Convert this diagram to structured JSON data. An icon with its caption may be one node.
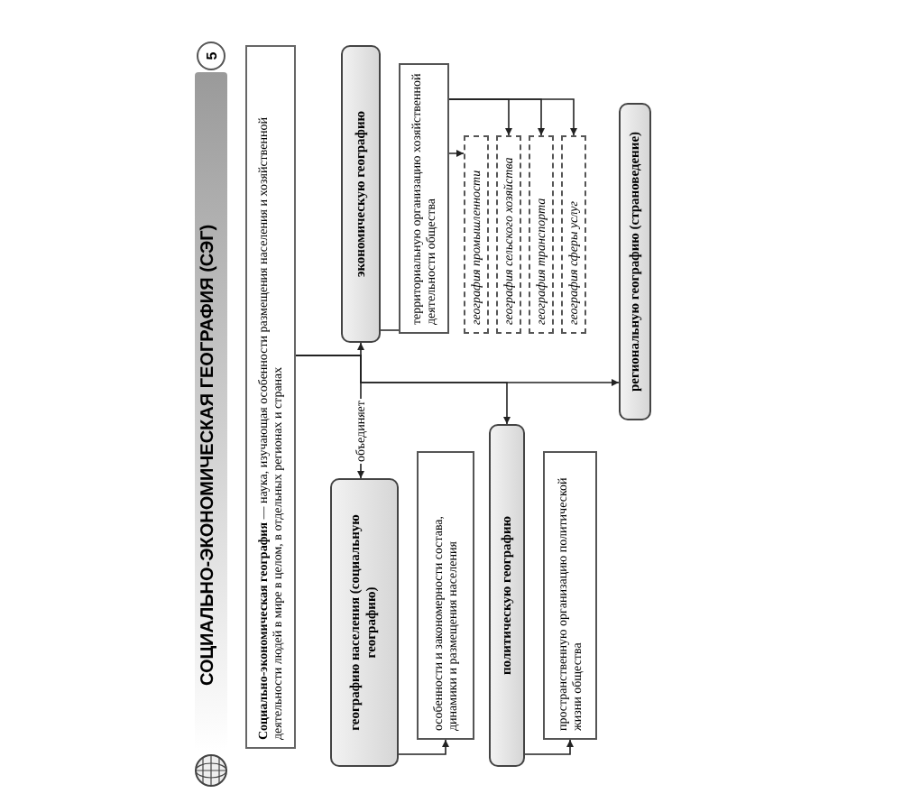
{
  "diagram": {
    "title": "СОЦИАЛЬНО-ЭКОНОМИЧЕСКАЯ ГЕОГРАФИЯ (СЭГ)",
    "nodes": [
      {
        "text": [
          "**Социально-экономическая география** — наука, изучающая особенности размещения населения и хозяйственной деятельности людей в мире в целом, в отдельных регионах и странах"
        ]
      },
      {
        "text": [
          "географию населения (социальную географию)"
        ]
      },
      {
        "text": [
          "экономическую географию"
        ]
      },
      {
        "text": [
          "особенности и закономерности состава, динамики и размещения населения"
        ]
      },
      {
        "text": [
          "территориальную организацию хозяйственной деятельности общества"
        ]
      },
      {
        "text": [
          "география промышленности"
        ]
      },
      {
        "text": [
          "география сельского хозяйства"
        ]
      },
      {
        "text": [
          "география транспорта"
        ]
      },
      {
        "text": [
          "география сферы услуг"
        ]
      },
      {
        "text": [
          "политическую географию"
        ]
      },
      {
        "text": [
          "пространственную организацию политической жизни общества"
        ]
      },
      {
        "text": [
          "региональную географию (страноведение)"
        ]
      }
    ],
    "edges": [
      {
        "from": 0,
        "to": 1,
        "arrow": "to",
        "label": "объединяет"
      },
      {
        "from": 0,
        "to": 2,
        "arrow": "to"
      },
      {
        "from": 0,
        "to": 9,
        "arrow": "to"
      },
      {
        "from": 0,
        "to": 11,
        "arrow": "to"
      },
      {
        "from": 1,
        "to": 3,
        "arrow": "to"
      },
      {
        "from": 2,
        "to": 4,
        "arrow": "to"
      },
      {
        "from": 4,
        "to": 5,
        "arrow": "to"
      },
      {
        "from": 4,
        "to": 6,
        "arrow": "to"
      },
      {
        "from": 4,
        "to": 7,
        "arrow": "to"
      },
      {
        "from": 4,
        "to": 8,
        "arrow": "to"
      },
      {
        "from": 9,
        "to": 10,
        "arrow": "to"
      }
    ],
    "labels": [
      "5"
    ]
  }
}
